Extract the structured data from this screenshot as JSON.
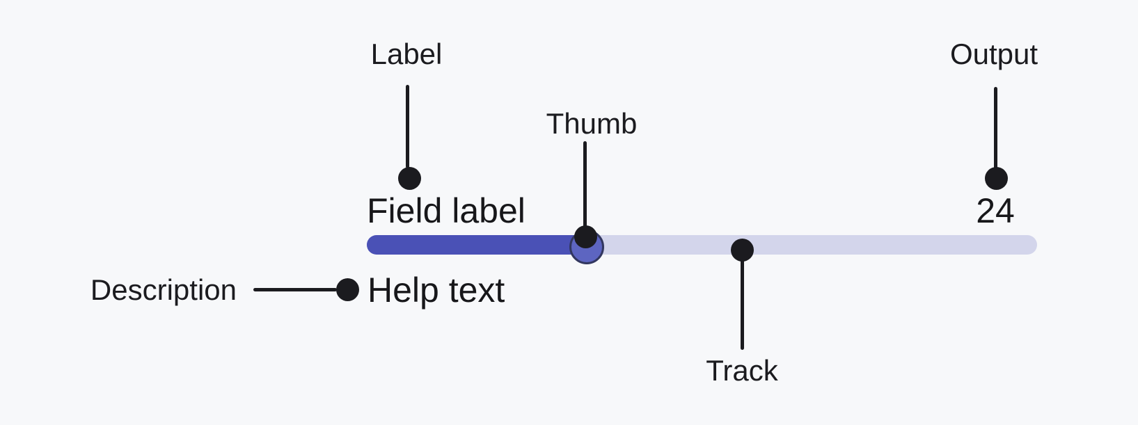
{
  "colors": {
    "background": "#f7f8fa",
    "annotation": "#1b1b1f",
    "text": "#17171a",
    "track_fill": "#4a51b6",
    "track_empty": "#d3d5eb",
    "thumb_fill": "#5d65c1",
    "thumb_border": "#32375f"
  },
  "slider": {
    "field_label": "Field label",
    "output_value": "24",
    "help_text": "Help text",
    "fill_percent": 33
  },
  "annotations": {
    "label": "Label",
    "thumb": "Thumb",
    "output": "Output",
    "track": "Track",
    "description": "Description"
  }
}
